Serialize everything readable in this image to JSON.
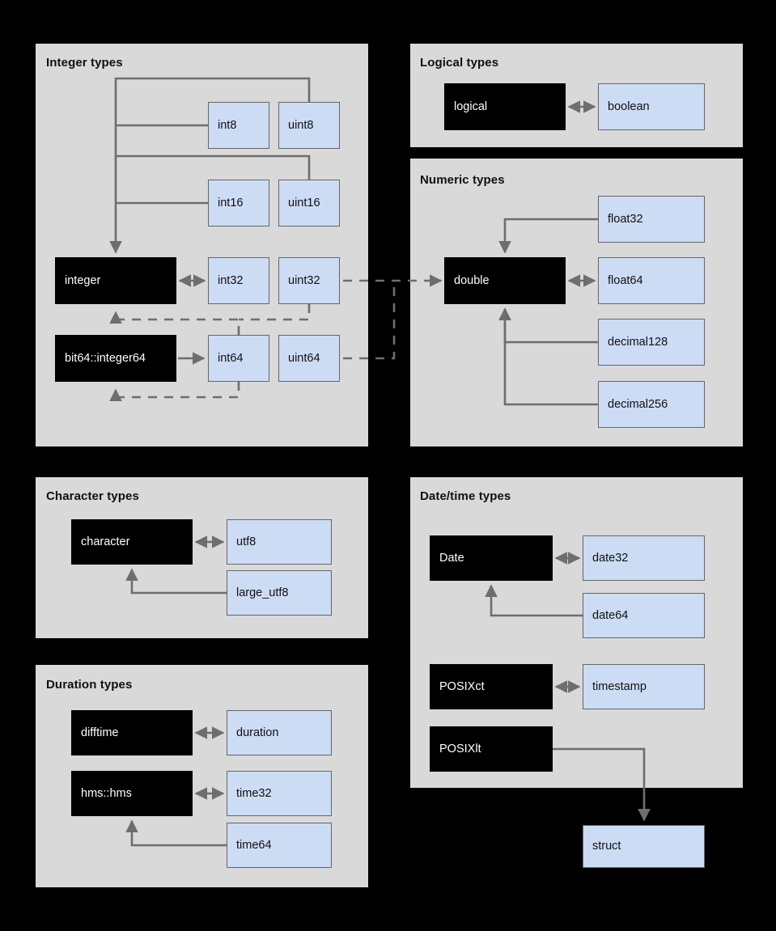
{
  "diagram": {
    "title_hidden": "",
    "colors": {
      "panel_bg": "#d9d9d9",
      "r_type_box": "#000000",
      "arrow_type_box": "#ccdcf5",
      "edge": "#6e6e6e",
      "background": "#000000"
    },
    "panels": [
      {
        "id": "integer",
        "title": "Integer types",
        "nodes": [
          {
            "id": "int8",
            "label": "int8",
            "kind": "arrow"
          },
          {
            "id": "uint8",
            "label": "uint8",
            "kind": "arrow"
          },
          {
            "id": "int16",
            "label": "int16",
            "kind": "arrow"
          },
          {
            "id": "uint16",
            "label": "uint16",
            "kind": "arrow"
          },
          {
            "id": "integer",
            "label": "integer",
            "kind": "r"
          },
          {
            "id": "int32",
            "label": "int32",
            "kind": "arrow"
          },
          {
            "id": "uint32",
            "label": "uint32",
            "kind": "arrow"
          },
          {
            "id": "integer64",
            "label": "bit64::integer64",
            "kind": "r"
          },
          {
            "id": "int64",
            "label": "int64",
            "kind": "arrow"
          },
          {
            "id": "uint64",
            "label": "uint64",
            "kind": "arrow"
          }
        ]
      },
      {
        "id": "logical",
        "title": "Logical types",
        "nodes": [
          {
            "id": "logical",
            "label": "logical",
            "kind": "r"
          },
          {
            "id": "boolean",
            "label": "boolean",
            "kind": "arrow"
          }
        ]
      },
      {
        "id": "numeric",
        "title": "Numeric types",
        "nodes": [
          {
            "id": "float32",
            "label": "float32",
            "kind": "arrow"
          },
          {
            "id": "double",
            "label": "double",
            "kind": "r"
          },
          {
            "id": "float64",
            "label": "float64",
            "kind": "arrow"
          },
          {
            "id": "decimal128",
            "label": "decimal128",
            "kind": "arrow"
          },
          {
            "id": "decimal256",
            "label": "decimal256",
            "kind": "arrow"
          }
        ]
      },
      {
        "id": "character",
        "title": "Character  types",
        "nodes": [
          {
            "id": "character",
            "label": "character",
            "kind": "r"
          },
          {
            "id": "utf8",
            "label": "utf8",
            "kind": "arrow"
          },
          {
            "id": "large_utf8",
            "label": "large_utf8",
            "kind": "arrow"
          }
        ]
      },
      {
        "id": "duration",
        "title": "Duration  types",
        "nodes": [
          {
            "id": "difftime",
            "label": "difftime",
            "kind": "r"
          },
          {
            "id": "duration",
            "label": "duration",
            "kind": "arrow"
          },
          {
            "id": "hmshms",
            "label": "hms::hms",
            "kind": "r"
          },
          {
            "id": "time32",
            "label": "time32",
            "kind": "arrow"
          },
          {
            "id": "time64",
            "label": "time64",
            "kind": "arrow"
          }
        ]
      },
      {
        "id": "datetime",
        "title": "Date/time types",
        "nodes": [
          {
            "id": "Date",
            "label": "Date",
            "kind": "r"
          },
          {
            "id": "date32",
            "label": "date32",
            "kind": "arrow"
          },
          {
            "id": "date64",
            "label": "date64",
            "kind": "arrow"
          },
          {
            "id": "POSIXct",
            "label": "POSIXct",
            "kind": "r"
          },
          {
            "id": "timestamp",
            "label": "timestamp",
            "kind": "arrow"
          },
          {
            "id": "POSIXlt",
            "label": "POSIXlt",
            "kind": "r"
          }
        ]
      }
    ],
    "loose_nodes": [
      {
        "id": "struct",
        "label": "struct",
        "kind": "arrow"
      }
    ],
    "edges": [
      {
        "from": "uint8",
        "to": "integer",
        "style": "solid",
        "arrow": "end"
      },
      {
        "from": "int8",
        "to": "integer",
        "style": "solid",
        "arrow": "end"
      },
      {
        "from": "uint16",
        "to": "integer",
        "style": "solid",
        "arrow": "end"
      },
      {
        "from": "int16",
        "to": "integer",
        "style": "solid",
        "arrow": "end"
      },
      {
        "from": "integer",
        "to": "int32",
        "style": "solid",
        "arrow": "both"
      },
      {
        "from": "integer64",
        "to": "int64",
        "style": "solid",
        "arrow": "end"
      },
      {
        "from": "int64",
        "to": "integer",
        "style": "dashed",
        "arrow": "end"
      },
      {
        "from": "uint32",
        "to": "integer",
        "style": "dashed",
        "arrow": "end"
      },
      {
        "from": "int64",
        "to": "integer64",
        "style": "dashed",
        "arrow": "end"
      },
      {
        "from": "uint32",
        "to": "double",
        "style": "dashed",
        "arrow": "end"
      },
      {
        "from": "uint64",
        "to": "double",
        "style": "dashed",
        "arrow": "end"
      },
      {
        "from": "logical",
        "to": "boolean",
        "style": "solid",
        "arrow": "both"
      },
      {
        "from": "float32",
        "to": "double",
        "style": "solid",
        "arrow": "end"
      },
      {
        "from": "double",
        "to": "float64",
        "style": "solid",
        "arrow": "both"
      },
      {
        "from": "decimal128",
        "to": "double",
        "style": "solid",
        "arrow": "end"
      },
      {
        "from": "decimal256",
        "to": "double",
        "style": "solid",
        "arrow": "end"
      },
      {
        "from": "character",
        "to": "utf8",
        "style": "solid",
        "arrow": "both"
      },
      {
        "from": "large_utf8",
        "to": "character",
        "style": "solid",
        "arrow": "end"
      },
      {
        "from": "difftime",
        "to": "duration",
        "style": "solid",
        "arrow": "both"
      },
      {
        "from": "hmshms",
        "to": "time32",
        "style": "solid",
        "arrow": "both"
      },
      {
        "from": "time64",
        "to": "hmshms",
        "style": "solid",
        "arrow": "end"
      },
      {
        "from": "Date",
        "to": "date32",
        "style": "solid",
        "arrow": "both"
      },
      {
        "from": "date64",
        "to": "Date",
        "style": "solid",
        "arrow": "end"
      },
      {
        "from": "POSIXct",
        "to": "timestamp",
        "style": "solid",
        "arrow": "both"
      },
      {
        "from": "POSIXlt",
        "to": "struct",
        "style": "solid",
        "arrow": "end"
      }
    ]
  }
}
